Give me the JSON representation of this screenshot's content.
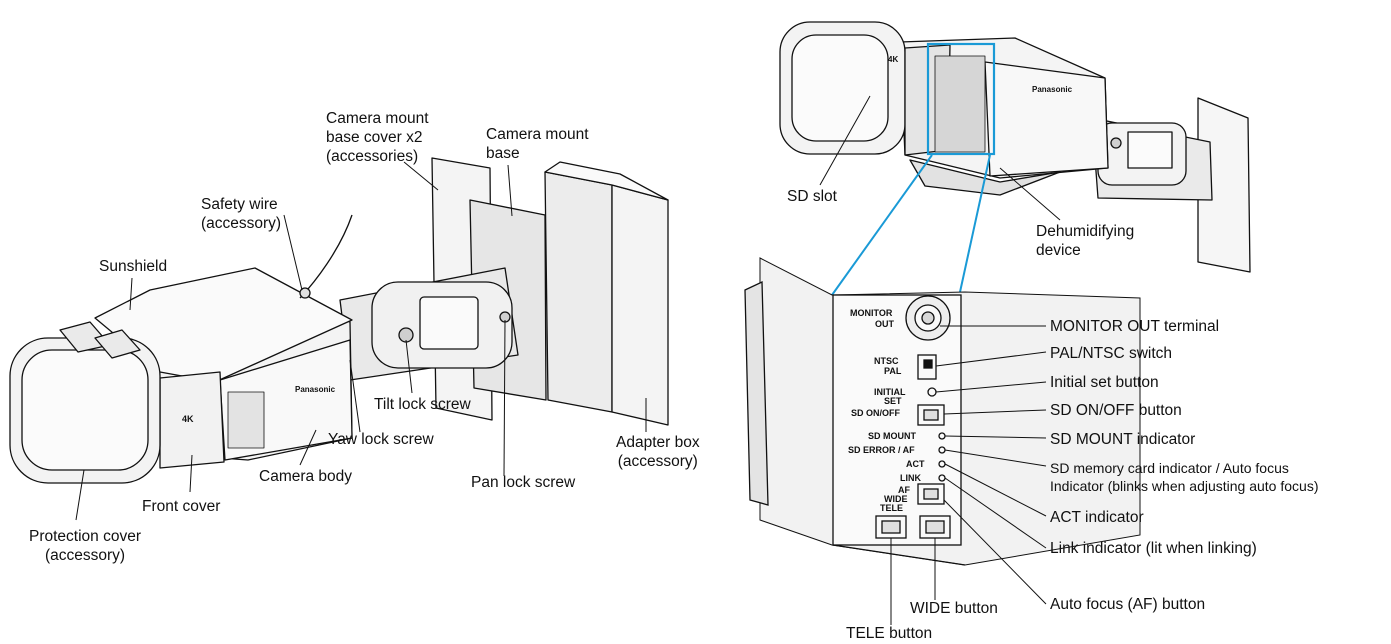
{
  "left_labels": {
    "mount_cover": [
      "Camera mount",
      "base cover x2",
      "(accessories)"
    ],
    "mount_base": [
      "Camera mount",
      "base"
    ],
    "safety_wire": [
      "Safety wire",
      "(accessory)"
    ],
    "sunshield": "Sunshield",
    "tilt_lock": "Tilt lock screw",
    "yaw_lock": "Yaw lock screw",
    "adapter_box": [
      "Adapter box",
      "(accessory)"
    ],
    "camera_body": "Camera body",
    "pan_lock": "Pan lock screw",
    "front_cover": "Front cover",
    "protection_cover": [
      "Protection cover",
      "(accessory)"
    ]
  },
  "right_labels": {
    "sd_slot": "SD slot",
    "dehumidifying": [
      "Dehumidifying",
      "device"
    ],
    "monitor_out": "MONITOR OUT terminal",
    "pal_ntsc": "PAL/NTSC switch",
    "initial_set": "Initial set button",
    "sd_onoff": "SD ON/OFF button",
    "sd_mount": "SD MOUNT indicator",
    "sd_memory": [
      "SD memory card indicator / Auto focus",
      "Indicator (blinks when adjusting auto focus)"
    ],
    "act": "ACT indicator",
    "link": "Link indicator (lit when linking)",
    "af_button": "Auto focus (AF) button",
    "wide_button": "WIDE button",
    "tele_button": "TELE button"
  },
  "panel_text": {
    "monitor": [
      "MONITOR",
      "OUT"
    ],
    "ntsc": "NTSC",
    "pal": "PAL",
    "initial": [
      "INITIAL",
      "SET"
    ],
    "sd_onoff": "SD ON/OFF",
    "sd_mount": "SD MOUNT",
    "sd_error": "SD ERROR / AF",
    "act": "ACT",
    "link": "LINK",
    "af": "AF",
    "wide": "WIDE",
    "tele": "TELE"
  },
  "markings": {
    "brand": "Panasonic",
    "four_k": "4K"
  },
  "colors": {
    "callout_box": "#1a9ad6",
    "line": "#111111",
    "body_fill": "#f4f4f4",
    "shade": "#d8d8d8"
  }
}
